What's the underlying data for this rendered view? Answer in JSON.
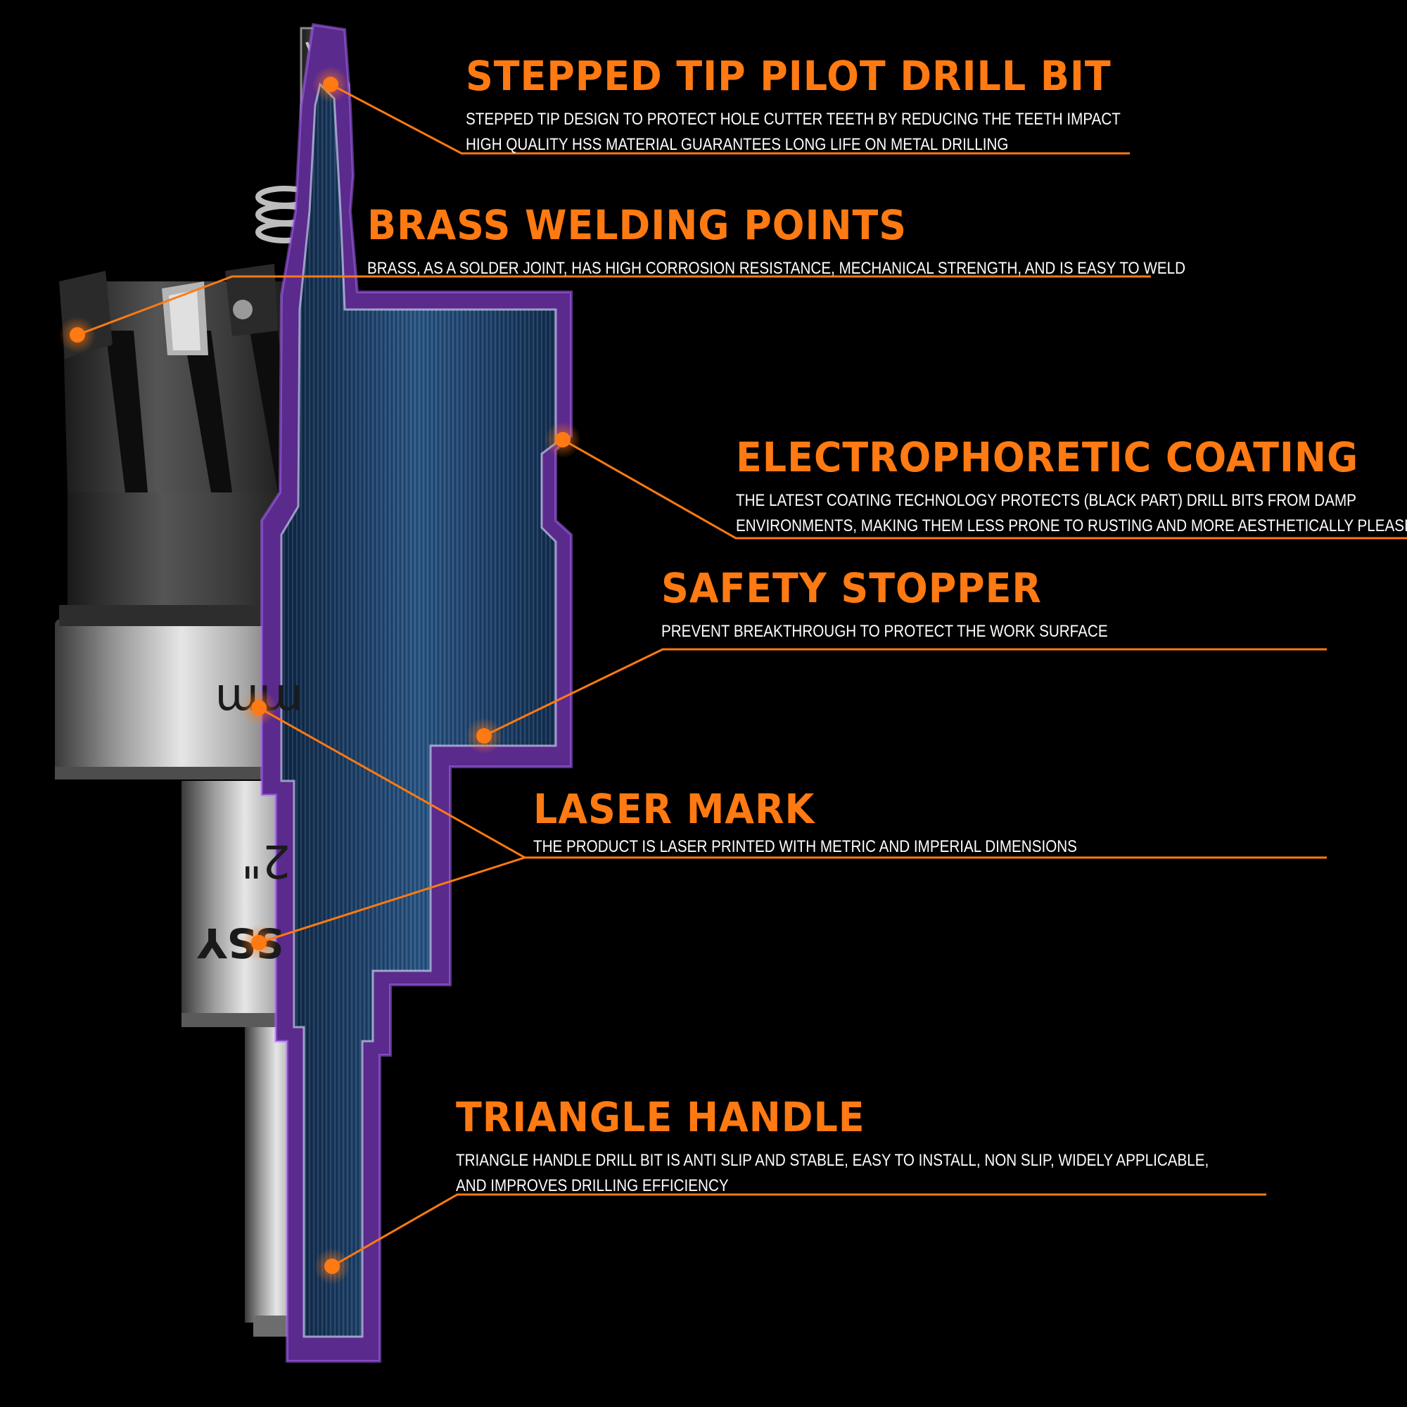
{
  "colors": {
    "accent": "#ff7a12",
    "text": "#ffffff",
    "background": "#000000",
    "coating": "#5b2a8c",
    "core": "#1e3f66"
  },
  "features": [
    {
      "title": "STEPPED TIP PILOT DRILL BIT",
      "desc": [
        "STEPPED TIP DESIGN TO PROTECT HOLE CUTTER TEETH BY REDUCING THE TEETH IMPACT",
        "HIGH QUALITY HSS MATERIAL GUARANTEES LONG LIFE ON METAL DRILLING"
      ]
    },
    {
      "title": "BRASS WELDING POINTS",
      "desc": [
        "BRASS, AS A SOLDER JOINT, HAS HIGH CORROSION RESISTANCE, MECHANICAL STRENGTH, AND IS EASY TO WELD"
      ]
    },
    {
      "title": "ELECTROPHORETIC COATING",
      "desc": [
        "THE LATEST COATING TECHNOLOGY PROTECTS (BLACK PART) DRILL BITS FROM DAMP",
        "ENVIRONMENTS, MAKING THEM LESS PRONE TO RUSTING AND MORE AESTHETICALLY PLEASING"
      ]
    },
    {
      "title": "SAFETY STOPPER",
      "desc": [
        "PREVENT BREAKTHROUGH TO PROTECT THE WORK SURFACE"
      ]
    },
    {
      "title": "LASER MARK",
      "desc": [
        "THE PRODUCT IS LASER PRINTED WITH METRIC AND IMPERIAL DIMENSIONS"
      ]
    },
    {
      "title": "TRIANGLE HANDLE",
      "desc": [
        "TRIANGLE HANDLE DRILL BIT IS ANTI SLIP AND STABLE, EASY TO INSTALL, NON SLIP, WIDELY APPLICABLE,",
        "AND IMPROVES DRILLING EFFICIENCY"
      ]
    }
  ],
  "engraving": {
    "upper": "mm",
    "lower_mark": "2\"",
    "lower_text": "SSY"
  }
}
